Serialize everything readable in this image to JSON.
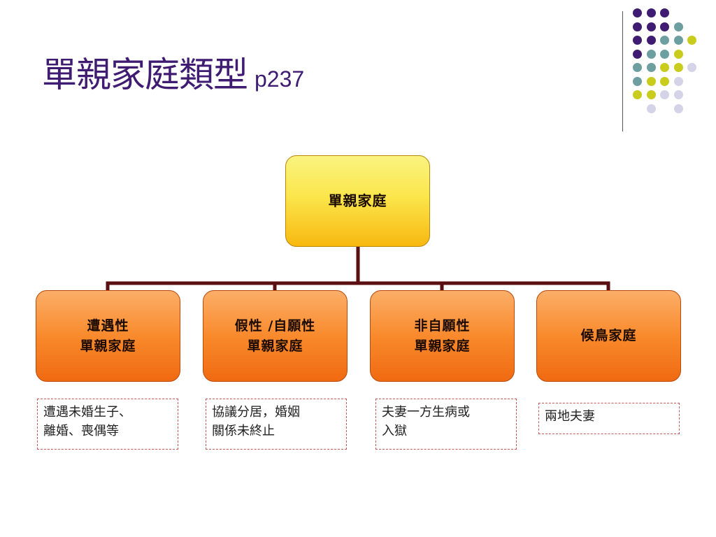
{
  "title": {
    "main": "單親家庭類型",
    "page_ref": "p237"
  },
  "chart": {
    "root": {
      "label": "單親家庭"
    },
    "children": [
      {
        "line1": "遭遇性",
        "line2": "單親家庭",
        "note_line1": "遭遇未婚生子、",
        "note_line2": "離婚、喪偶等"
      },
      {
        "line1": "假性 /自願性",
        "line2": "單親家庭",
        "note_line1": "協議分居，婚姻",
        "note_line2": "關係未終止"
      },
      {
        "line1": "非自願性",
        "line2": "單親家庭",
        "note_line1": "夫妻一方生病或",
        "note_line2": "入獄"
      },
      {
        "line1": "候鳥家庭",
        "line2": "",
        "note_line1": "兩地夫妻",
        "note_line2": ""
      }
    ]
  },
  "decoration": {
    "dot_colors": {
      "purple": "#3f1c72",
      "teal": "#6d9ea0",
      "lime": "#c9cc1c",
      "lavender": "#d4d3e8"
    },
    "dot_rows": [
      [
        "purple",
        "purple",
        "purple",
        "",
        ""
      ],
      [
        "purple",
        "purple",
        "purple",
        "teal",
        ""
      ],
      [
        "purple",
        "purple",
        "teal",
        "teal",
        "lime"
      ],
      [
        "purple",
        "teal",
        "teal",
        "lime",
        ""
      ],
      [
        "teal",
        "teal",
        "lime",
        "lime",
        "lavender"
      ],
      [
        "teal",
        "lime",
        "lime",
        "lavender",
        ""
      ],
      [
        "lime",
        "lime",
        "lavender",
        "lavender",
        ""
      ],
      [
        "",
        "lavender",
        "",
        "lavender",
        ""
      ]
    ],
    "connector_color": "#5a0f10",
    "title_color": "#3f1c72"
  }
}
